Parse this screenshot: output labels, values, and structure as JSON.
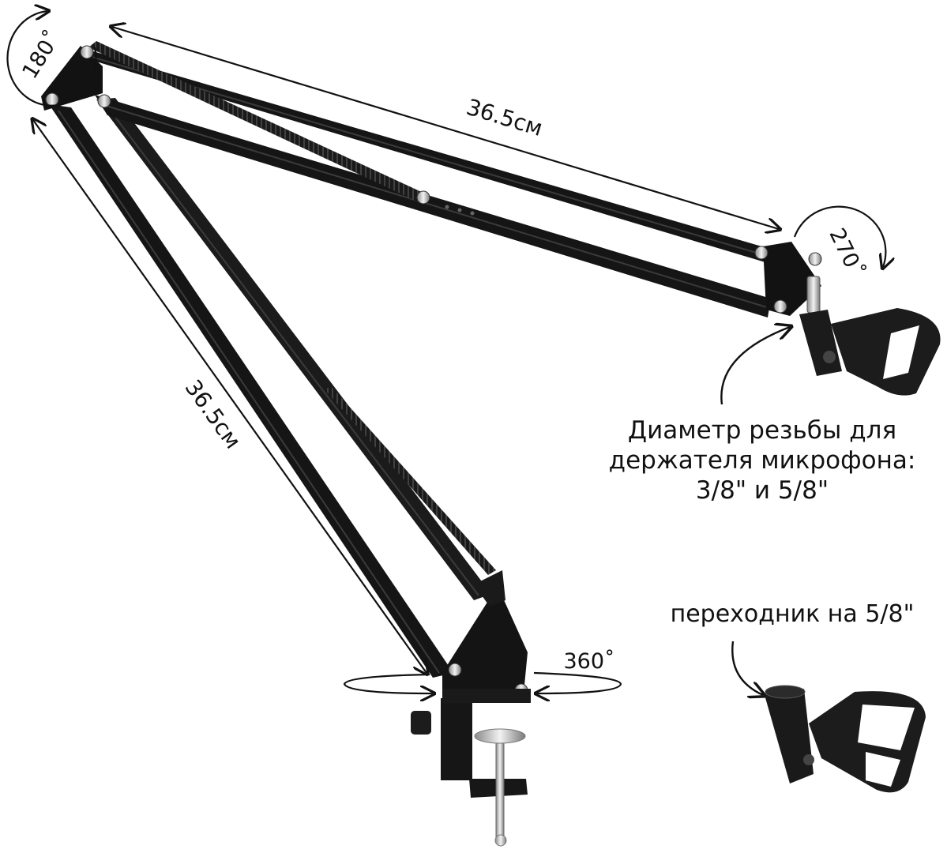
{
  "dimensions": {
    "upper_arm_length": "36.5см",
    "lower_arm_length": "36.5см"
  },
  "rotation_angles": {
    "elbow": "180˚",
    "mic_head": "270˚",
    "base": "360˚"
  },
  "callouts": {
    "thread_diameter": {
      "line1": "Диаметр резьбы для",
      "line2": "держателя микрофона:",
      "line3": "3/8\" и 5/8\""
    },
    "adapter": "переходник на 5/8\""
  },
  "colors": {
    "arm": "#151515",
    "outline": "#111111",
    "metal": "#c9c9c9",
    "background": "#ffffff"
  }
}
